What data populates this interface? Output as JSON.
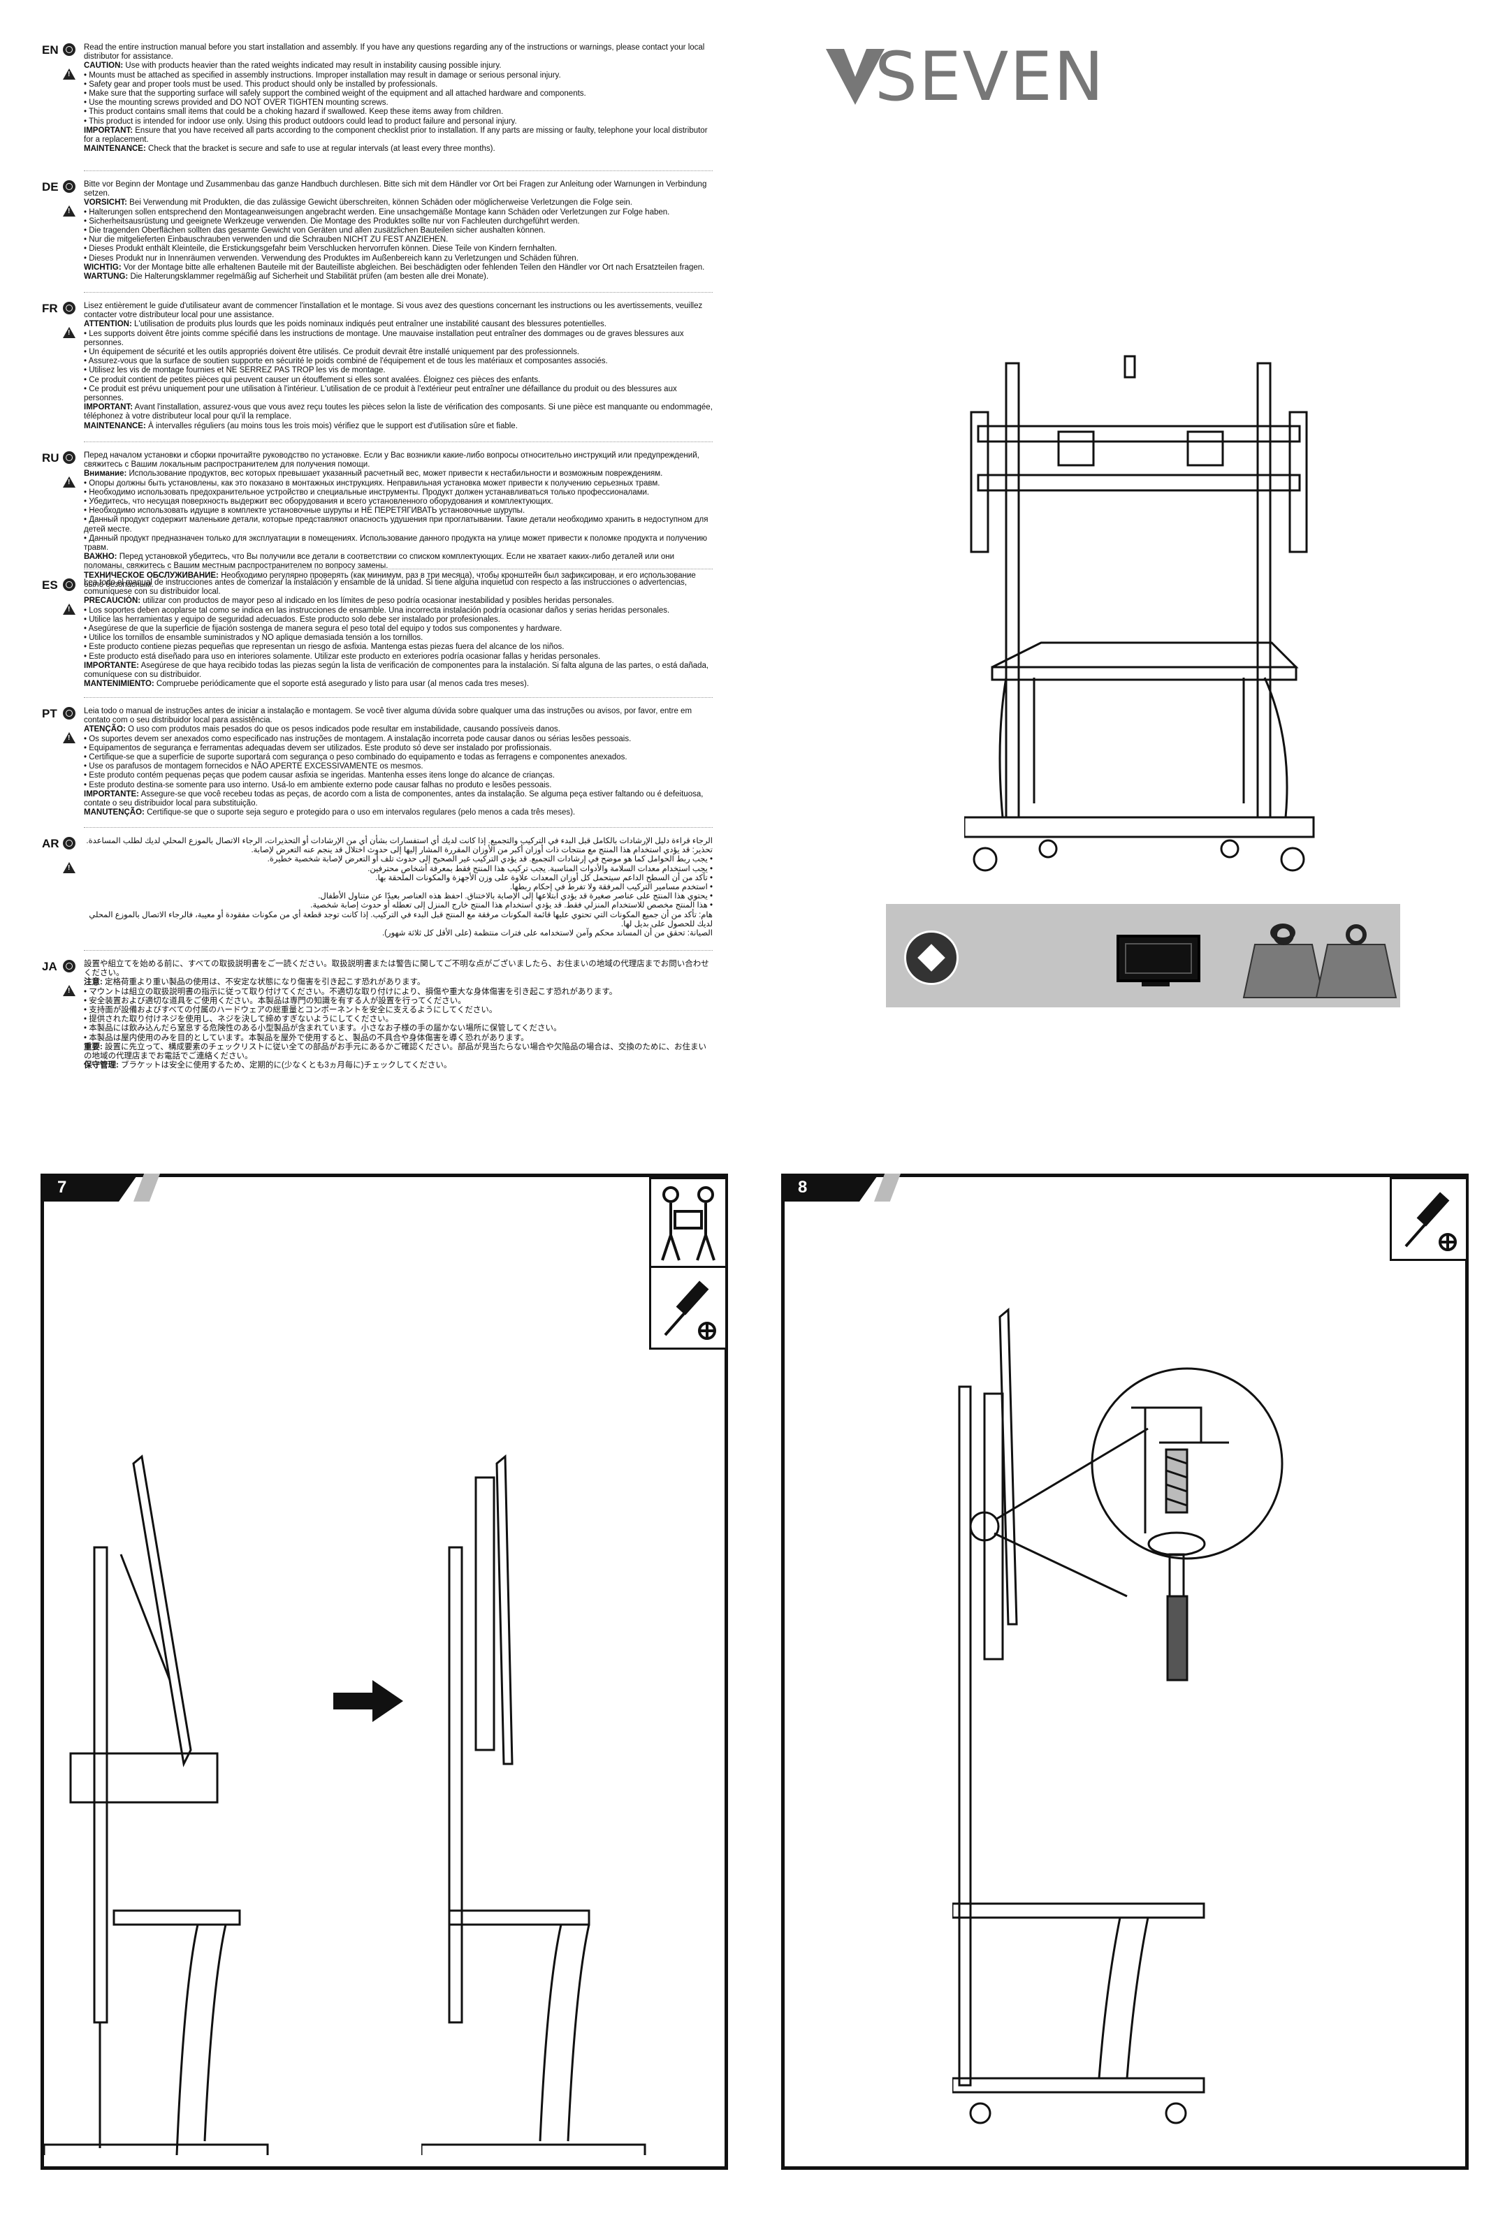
{
  "logo": {
    "text": "SEVEN"
  },
  "languages": [
    {
      "code": "EN",
      "paragraphs": [
        {
          "label": "",
          "text": "Read the entire instruction manual before you start installation and assembly. If you have any questions regarding any of the instructions or warnings, please contact your local distributor for assistance."
        },
        {
          "label": "CAUTION:",
          "text": " Use with products heavier than the rated weights indicated may result in instability causing possible injury."
        },
        {
          "label": "",
          "text": "• Mounts must be attached as specified in assembly instructions. Improper installation may result in damage or serious personal injury."
        },
        {
          "label": "",
          "text": "• Safety gear and proper tools must be used. This product should only be installed by professionals."
        },
        {
          "label": "",
          "text": "• Make sure that the supporting surface will safely support the combined weight of the equipment and all attached hardware and components."
        },
        {
          "label": "",
          "text": "• Use the mounting screws provided and DO NOT OVER TIGHTEN mounting screws."
        },
        {
          "label": "",
          "text": "• This product contains small items that could be a choking hazard if swallowed. Keep these items away from children."
        },
        {
          "label": "",
          "text": "• This product is intended for indoor use only. Using this product outdoors could lead to product failure and personal injury."
        },
        {
          "label": "IMPORTANT:",
          "text": " Ensure that you have received all parts according to the component checklist prior to installation. If any parts are missing or faulty, telephone your local distributor for a replacement."
        },
        {
          "label": "MAINTENANCE:",
          "text": " Check that the bracket is secure and safe to use at regular intervals (at least every three months)."
        }
      ]
    },
    {
      "code": "DE",
      "paragraphs": [
        {
          "label": "",
          "text": "Bitte vor Beginn der Montage und Zusammenbau das ganze Handbuch durchlesen. Bitte sich mit dem Händler vor Ort bei Fragen zur Anleitung oder Warnungen in Verbindung setzen."
        },
        {
          "label": "VORSICHT:",
          "text": " Bei Verwendung mit Produkten, die das zulässige Gewicht überschreiten, können Schäden oder möglicherweise Verletzungen die Folge sein."
        },
        {
          "label": "",
          "text": "• Halterungen sollen entsprechend den Montageanweisungen angebracht werden. Eine unsachgemäße Montage kann Schäden oder Verletzungen zur Folge haben."
        },
        {
          "label": "",
          "text": "• Sicherheitsausrüstung und geeignete Werkzeuge verwenden. Die Montage des Produktes sollte nur von Fachleuten durchgeführt werden."
        },
        {
          "label": "",
          "text": "• Die tragenden Oberflächen sollten das gesamte Gewicht von Geräten und allen zusätzlichen Bauteilen sicher aushalten können."
        },
        {
          "label": "",
          "text": "• Nur die mitgelieferten Einbauschrauben verwenden und die Schrauben NICHT ZU FEST ANZIEHEN."
        },
        {
          "label": "",
          "text": "• Dieses Produkt enthält Kleinteile, die Erstickungsgefahr beim Verschlucken hervorrufen können. Diese Teile von Kindern fernhalten."
        },
        {
          "label": "",
          "text": "• Dieses Produkt nur in Innenräumen verwenden. Verwendung des Produktes im Außenbereich kann zu Verletzungen und Schäden führen."
        },
        {
          "label": "WICHTIG:",
          "text": " Vor der Montage bitte alle erhaltenen Bauteile mit der Bauteilliste abgleichen. Bei beschädigten oder fehlenden Teilen den Händler vor Ort nach Ersatzteilen fragen."
        },
        {
          "label": "WARTUNG:",
          "text": " Die Halterungsklammer regelmäßig auf Sicherheit und Stabilität prüfen (am besten alle drei Monate)."
        }
      ]
    },
    {
      "code": "FR",
      "paragraphs": [
        {
          "label": "",
          "text": "Lisez entièrement le guide d'utilisateur avant de commencer l'installation et le montage. Si vous avez des questions concernant les instructions ou les avertissements, veuillez contacter votre distributeur local pour une assistance."
        },
        {
          "label": "ATTENTION:",
          "text": " L'utilisation de produits plus lourds que les poids nominaux indiqués peut entraîner une instabilité causant des blessures potentielles."
        },
        {
          "label": "",
          "text": "• Les supports doivent être joints comme spécifié dans les instructions de montage. Une mauvaise installation peut entraîner des dommages ou de graves blessures aux personnes."
        },
        {
          "label": "",
          "text": "• Un équipement de sécurité et les outils appropriés doivent être utilisés. Ce produit devrait être installé uniquement par des professionnels."
        },
        {
          "label": "",
          "text": "• Assurez-vous que la surface de soutien supporte en sécurité le poids combiné de l'équipement et de tous les matériaux et composantes associés."
        },
        {
          "label": "",
          "text": "• Utilisez les vis de montage fournies et NE SERREZ PAS TROP les vis de montage."
        },
        {
          "label": "",
          "text": "• Ce produit contient de petites pièces qui peuvent causer un étouffement si elles sont avalées. Éloignez ces pièces des enfants."
        },
        {
          "label": "",
          "text": "• Ce produit est prévu uniquement pour une utilisation à l'intérieur. L'utilisation de ce produit à l'extérieur peut entraîner une défaillance du produit ou des blessures aux personnes."
        },
        {
          "label": "IMPORTANT:",
          "text": " Avant l'installation, assurez-vous que vous avez reçu toutes les pièces selon la liste de vérification des composants. Si une pièce est manquante ou endommagée, téléphonez à votre distributeur local pour qu'il la remplace."
        },
        {
          "label": "MAINTENANCE:",
          "text": " À intervalles réguliers (au moins tous les trois mois) vérifiez que le support est d'utilisation sûre et fiable."
        }
      ]
    },
    {
      "code": "RU",
      "paragraphs": [
        {
          "label": "",
          "text": "Перед началом установки и сборки прочитайте руководство по установке. Если у Вас возникли какие-либо вопросы относительно инструкций или предупреждений, свяжитесь с Вашим локальным распространителем для получения помощи."
        },
        {
          "label": "Внимание:",
          "text": " Использование продуктов, вес которых превышает указанный расчетный вес, может привести к нестабильности и возможным повреждениям."
        },
        {
          "label": "",
          "text": "• Опоры должны быть установлены, как это показано в монтажных инструкциях. Неправильная установка может привести к получению серьезных травм."
        },
        {
          "label": "",
          "text": "• Необходимо использовать предохранительное устройство и специальные инструменты. Продукт должен устанавливаться только профессионалами."
        },
        {
          "label": "",
          "text": "• Убедитесь, что несущая поверхность выдержит вес оборудования и всего установленного оборудования и комплектующих."
        },
        {
          "label": "",
          "text": "• Необходимо использовать идущие в комплекте установочные шурупы и НЕ ПЕРЕТЯГИВАТЬ установочные шурупы."
        },
        {
          "label": "",
          "text": "• Данный продукт содержит маленькие детали, которые представляют опасность удушения при проглатывании. Такие детали необходимо хранить в недоступном для детей месте."
        },
        {
          "label": "",
          "text": "• Данный продукт предназначен только для эксплуатации в помещениях. Использование данного продукта на улице может привести к поломке продукта и получению травм."
        },
        {
          "label": "ВАЖНО:",
          "text": " Перед установкой убедитесь, что Вы получили все детали в соответствии со списком комплектующих. Если не хватает каких-либо деталей или они поломаны, свяжитесь с Вашим местным распространителем по вопросу замены."
        },
        {
          "label": "ТЕХНИЧЕСКОЕ ОБСЛУЖИВАНИЕ:",
          "text": " Необходимо регулярно проверять (как минимум, раз в три месяца), чтобы кронштейн был зафиксирован, и его использование было безопасным."
        }
      ]
    },
    {
      "code": "ES",
      "paragraphs": [
        {
          "label": "",
          "text": "Lea todo el manual de instrucciones antes de comenzar la instalación y ensamble de la unidad. Si tiene alguna inquietud con respecto a las instrucciones o advertencias, comuníquese con su distribuidor local."
        },
        {
          "label": "PRECAUCIÓN:",
          "text": " utilizar con productos de mayor peso al indicado en los límites de peso podría ocasionar inestabilidad y posibles heridas personales."
        },
        {
          "label": "",
          "text": "• Los soportes deben acoplarse tal como se indica en las instrucciones de ensamble. Una incorrecta instalación podría ocasionar daños y serias heridas personales."
        },
        {
          "label": "",
          "text": "• Utilice las herramientas y equipo de seguridad adecuados. Este producto solo debe ser instalado por profesionales."
        },
        {
          "label": "",
          "text": "• Asegúrese de que la superficie de fijación sostenga de manera segura el peso total del equipo y todos sus componentes y hardware."
        },
        {
          "label": "",
          "text": "• Utilice los tornillos de ensamble suministrados y NO aplique demasiada tensión a los tornillos."
        },
        {
          "label": "",
          "text": "• Este producto contiene piezas pequeñas que representan un riesgo de asfixia. Mantenga estas piezas fuera del alcance de los niños."
        },
        {
          "label": "",
          "text": "• Este producto está diseñado para uso en interiores solamente. Utilizar este producto en exteriores podría ocasionar fallas y heridas personales."
        },
        {
          "label": "IMPORTANTE:",
          "text": " Asegúrese de que haya recibido todas las piezas según la lista de verificación de componentes para la instalación. Si falta alguna de las partes, o está dañada, comuníquese con su distribuidor."
        },
        {
          "label": "MANTENIMIENTO:",
          "text": " Compruebe periódicamente que el soporte está asegurado y listo para usar (al menos cada tres meses)."
        }
      ]
    },
    {
      "code": "PT",
      "paragraphs": [
        {
          "label": "",
          "text": "Leia todo o manual de instruções antes de iniciar a instalação e montagem. Se você tiver alguma dúvida sobre qualquer uma das instruções ou avisos, por favor, entre em contato com o seu distribuidor local para assistência."
        },
        {
          "label": "ATENÇÃO:",
          "text": " O uso com produtos mais pesados do que os pesos indicados pode resultar em instabilidade, causando possíveis danos."
        },
        {
          "label": "",
          "text": "• Os suportes devem ser anexados como especificado nas instruções de montagem. A instalação incorreta pode causar danos ou sérias lesões pessoais."
        },
        {
          "label": "",
          "text": "• Equipamentos de segurança e ferramentas adequadas devem ser utilizados. Este produto só deve ser instalado por profissionais."
        },
        {
          "label": "",
          "text": "• Certifique-se que a superfície de suporte suportará com segurança o peso combinado do equipamento e todas as ferragens e componentes anexados."
        },
        {
          "label": "",
          "text": "• Use os parafusos de montagem fornecidos e NÃO APERTE EXCESSIVAMENTE os mesmos."
        },
        {
          "label": "",
          "text": "• Este produto contém pequenas peças que podem causar asfixia se ingeridas. Mantenha esses itens longe do alcance de crianças."
        },
        {
          "label": "",
          "text": "• Este produto destina-se somente para uso interno. Usá-lo em ambiente externo pode causar falhas no produto e lesões pessoais."
        },
        {
          "label": "IMPORTANTE:",
          "text": " Assegure-se que você recebeu todas as peças, de acordo com a lista de componentes, antes da instalação. Se alguma peça estiver faltando ou é defeituosa, contate o seu distribuidor local para substituição."
        },
        {
          "label": "MANUTENÇÃO:",
          "text": " Certifique-se que o suporte seja seguro e protegido para o uso em intervalos regulares (pelo menos a cada três meses)."
        }
      ]
    },
    {
      "code": "AR",
      "paragraphs": [
        {
          "label": "",
          "text": "الرجاء قراءة دليل الإرشادات بالكامل قبل البدء في التركيب والتجميع. إذا كانت لديك أي استفسارات بشأن أي من الإرشادات أو التحذيرات، الرجاء الاتصال بالموزع المحلي لديك لطلب المساعدة."
        },
        {
          "label": "",
          "text": "تحذير: قد يؤدي استخدام هذا المنتج مع منتجات ذات أوزان أكبر من الأوزان المقررة المشار إليها إلى حدوث اختلال قد ينجم عنه التعرض لإصابة."
        },
        {
          "label": "",
          "text": "• يجب ربط الحوامل كما هو موضح في إرشادات التجميع. قد يؤدي التركيب غير الصحيح إلى حدوث تلف أو التعرض لإصابة شخصية خطيرة."
        },
        {
          "label": "",
          "text": "• يجب استخدام معدات السلامة والأدوات المناسبة. يجب تركيب هذا المنتج فقط بمعرفة أشخاص محترفين."
        },
        {
          "label": "",
          "text": "• تأكد من أن السطح الداعم سيتحمل كل أوزان المعدات علاوة على وزن الأجهزة والمكونات الملحقة بها."
        },
        {
          "label": "",
          "text": "• استخدم مسامير التركيب المرفقة ولا تفرط في إحكام ربطها."
        },
        {
          "label": "",
          "text": "• يحتوي هذا المنتج على عناصر صغيرة قد يؤدي ابتلاعها إلى الإصابة بالاختناق. احفظ هذه العناصر بعيدًا عن متناول الأطفال."
        },
        {
          "label": "",
          "text": "• هذا المنتج مخصص للاستخدام المنزلي فقط. قد يؤدي استخدام هذا المنتج خارج المنزل إلى تعطله أو حدوث إصابة شخصية."
        },
        {
          "label": "",
          "text": "هام: تأكد من أن جميع المكونات التي تحتوي عليها قائمة المكونات مرفقة مع المنتج قبل البدء في التركيب. إذا كانت توجد قطعة أي من مكونات مفقودة أو معيبة، فالرجاء الاتصال بالموزع المحلي لديك للحصول على بديل لها."
        },
        {
          "label": "",
          "text": "الصيانة: تحقق من أن المساند محكم وآمن لاستخدامه على فترات منتظمة (على الأقل كل ثلاثة شهور)."
        }
      ]
    },
    {
      "code": "JA",
      "paragraphs": [
        {
          "label": "",
          "text": "設置や組立てを始める前に、すべての取扱説明書をご一読ください。取扱説明書または警告に関してご不明な点がございましたら、お住まいの地域の代理店までお問い合わせください。"
        },
        {
          "label": "注意:",
          "text": " 定格荷重より重い製品の使用は、不安定な状態になり傷害を引き起こす恐れがあります。"
        },
        {
          "label": "",
          "text": "• マウントは組立の取扱説明書の指示に従って取り付けてください。不適切な取り付けにより、損傷や重大な身体傷害を引き起こす恐れがあります。"
        },
        {
          "label": "",
          "text": "• 安全装置および適切な道具をご使用ください。本製品は専門の知識を有する人が設置を行ってください。"
        },
        {
          "label": "",
          "text": "• 支持面が設備およびすべての付属のハードウェアの総重量とコンポーネントを安全に支えるようにしてください。"
        },
        {
          "label": "",
          "text": "• 提供された取り付けネジを使用し、ネジを決して締めすぎないようにしてください。"
        },
        {
          "label": "",
          "text": "• 本製品には飲み込んだら窒息する危険性のある小型製品が含まれています。小さなお子様の手の届かない場所に保管してください。"
        },
        {
          "label": "",
          "text": "• 本製品は屋内使用のみを目的としています。本製品を屋外で使用すると、製品の不具合や身体傷害を導く恐れがあります。"
        },
        {
          "label": "重要:",
          "text": " 設置に先立って、構成要素のチェックリストに従い全ての部品がお手元にあるかご確認ください。部品が見当たらない場合や欠陥品の場合は、交換のために、お住まいの地域の代理店までお電話でご連絡ください。"
        },
        {
          "label": "保守管理:",
          "text": " ブラケットは安全に使用するため、定期的に(少なくとも3ヵ月毎に)チェックしてください。"
        }
      ]
    }
  ],
  "steps": [
    {
      "number": "7"
    },
    {
      "number": "8"
    }
  ],
  "icons": {
    "icon_bar": [
      "screw-badge-icon",
      "tv-icon",
      "weight-icon",
      "weight-icon"
    ],
    "step7_tools": [
      "two-people-icon",
      "screwdriver-icon"
    ],
    "step8_tools": [
      "screwdriver-icon"
    ]
  },
  "colors": {
    "ink": "#111111",
    "logo_grey": "#777777",
    "icon_bar_bg": "#c4c4c4"
  }
}
